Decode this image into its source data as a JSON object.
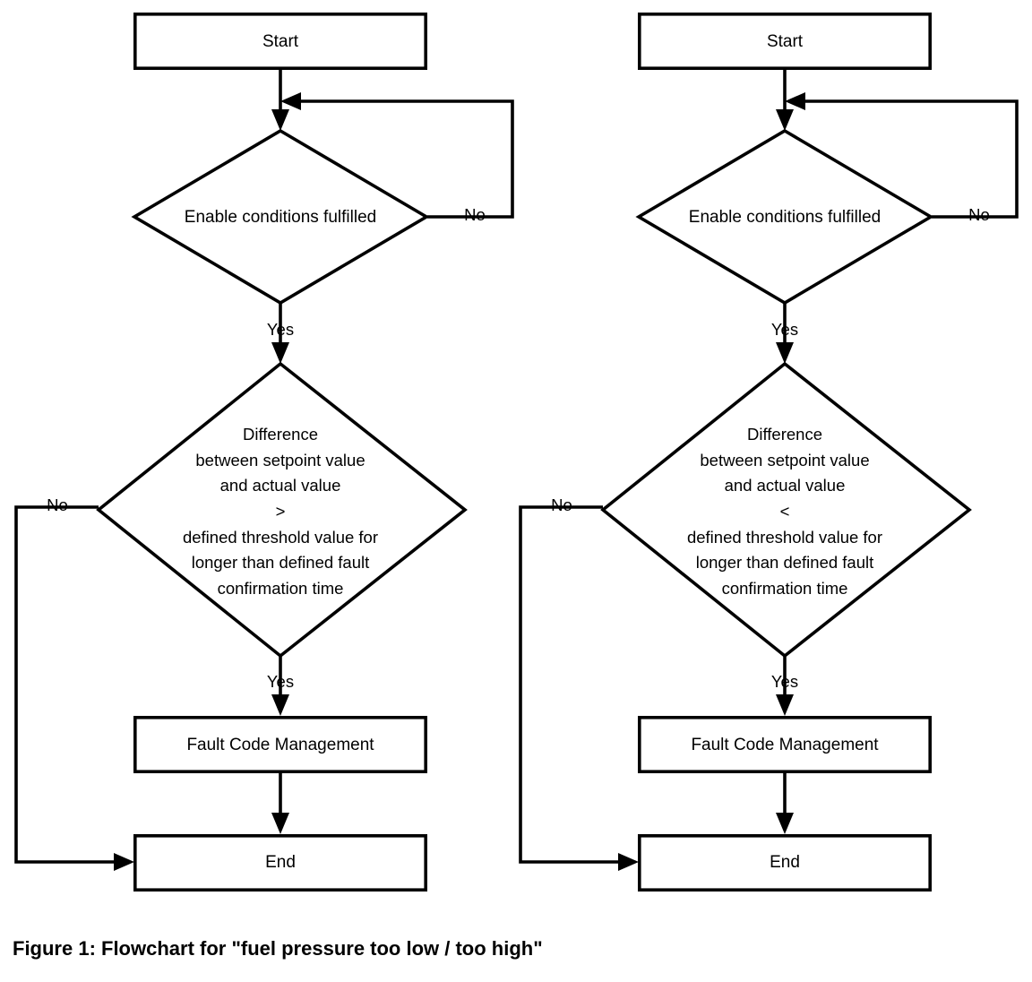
{
  "figure": {
    "caption": "Figure 1: Flowchart for \"fuel pressure too low / too high\"",
    "background_color": "#ffffff",
    "line_color": "#000000",
    "shape_fill": "#ffffff"
  },
  "charts": [
    {
      "id": "left",
      "variant": "fuel pressure too low",
      "nodes": {
        "start": "Start",
        "enable": "Enable conditions fulfilled",
        "decision_line1": "Difference",
        "decision_line2": "between setpoint value",
        "decision_line3": "and actual value",
        "decision_operator": ">",
        "decision_line4": "defined threshold value for",
        "decision_line5": "longer than defined fault",
        "decision_line6": "confirmation time",
        "fault": "Fault Code Management",
        "end": "End"
      },
      "edges": {
        "enable_no": "No",
        "enable_yes": "Yes",
        "decision_no": "No",
        "decision_yes": "Yes"
      }
    },
    {
      "id": "right",
      "variant": "fuel pressure too high",
      "nodes": {
        "start": "Start",
        "enable": "Enable conditions fulfilled",
        "decision_line1": "Difference",
        "decision_line2": "between setpoint value",
        "decision_line3": "and actual value",
        "decision_operator": "<",
        "decision_line4": "defined threshold value for",
        "decision_line5": "longer than defined fault",
        "decision_line6": "confirmation time",
        "fault": "Fault Code Management",
        "end": "End"
      },
      "edges": {
        "enable_no": "No",
        "enable_yes": "Yes",
        "decision_no": "No",
        "decision_yes": "Yes"
      }
    }
  ]
}
